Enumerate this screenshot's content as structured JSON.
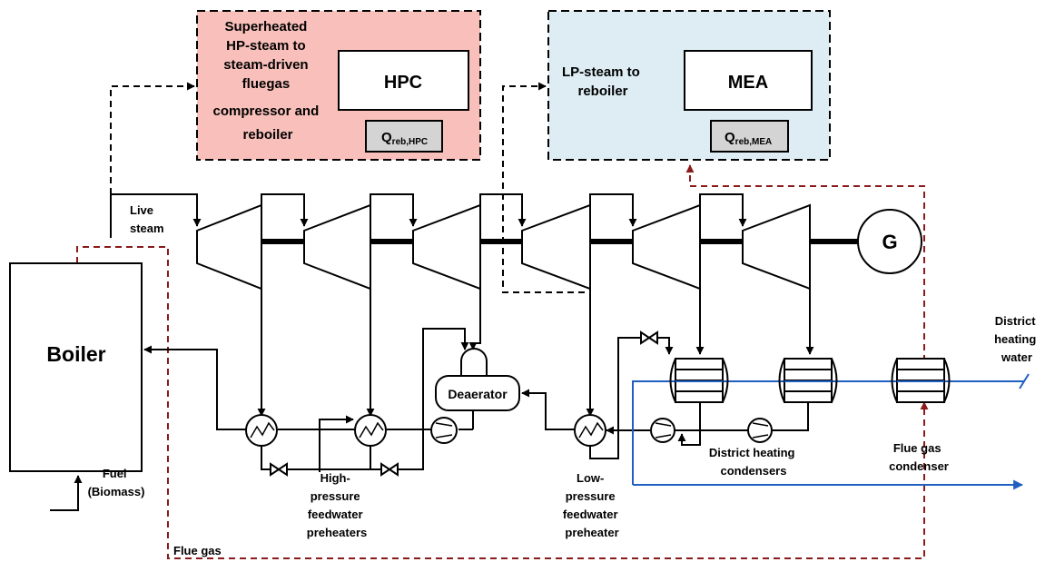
{
  "hpc_box": {
    "title_lines": [
      "Superheated",
      "HP-steam to",
      "steam-driven",
      "fluegas",
      "compressor and",
      "reboiler"
    ],
    "unit_label": "HPC",
    "q_label_main": "Q",
    "q_label_sub": "reb,HPC",
    "fill_color": "#f9c0bb"
  },
  "mea_box": {
    "title_lines": [
      "LP-steam to",
      "reboiler"
    ],
    "unit_label": "MEA",
    "q_label_main": "Q",
    "q_label_sub": "reb,MEA",
    "fill_color": "#deedf4"
  },
  "labels": {
    "live_steam": [
      "Live",
      "steam"
    ],
    "boiler": "Boiler",
    "generator": "G",
    "deaerator": "Deaerator",
    "district_heating_water": [
      "District",
      "heating",
      "water"
    ],
    "district_heating_condensers": [
      "District heating",
      "condensers"
    ],
    "flue_gas_condenser": [
      "Flue gas",
      "condenser"
    ],
    "fuel": [
      "Fuel",
      "(Biomass)"
    ],
    "hp_feedwater_preheaters": [
      "High-",
      "pressure",
      "feedwater",
      "preheaters"
    ],
    "lp_feedwater_preheater": [
      "Low-",
      "pressure",
      "feedwater",
      "preheater"
    ],
    "flue_gas": "Flue gas"
  },
  "colors": {
    "steam_line": "#000000",
    "flue_gas_line": "#8b1a1a",
    "district_heating_line": "#1f5fbf"
  }
}
